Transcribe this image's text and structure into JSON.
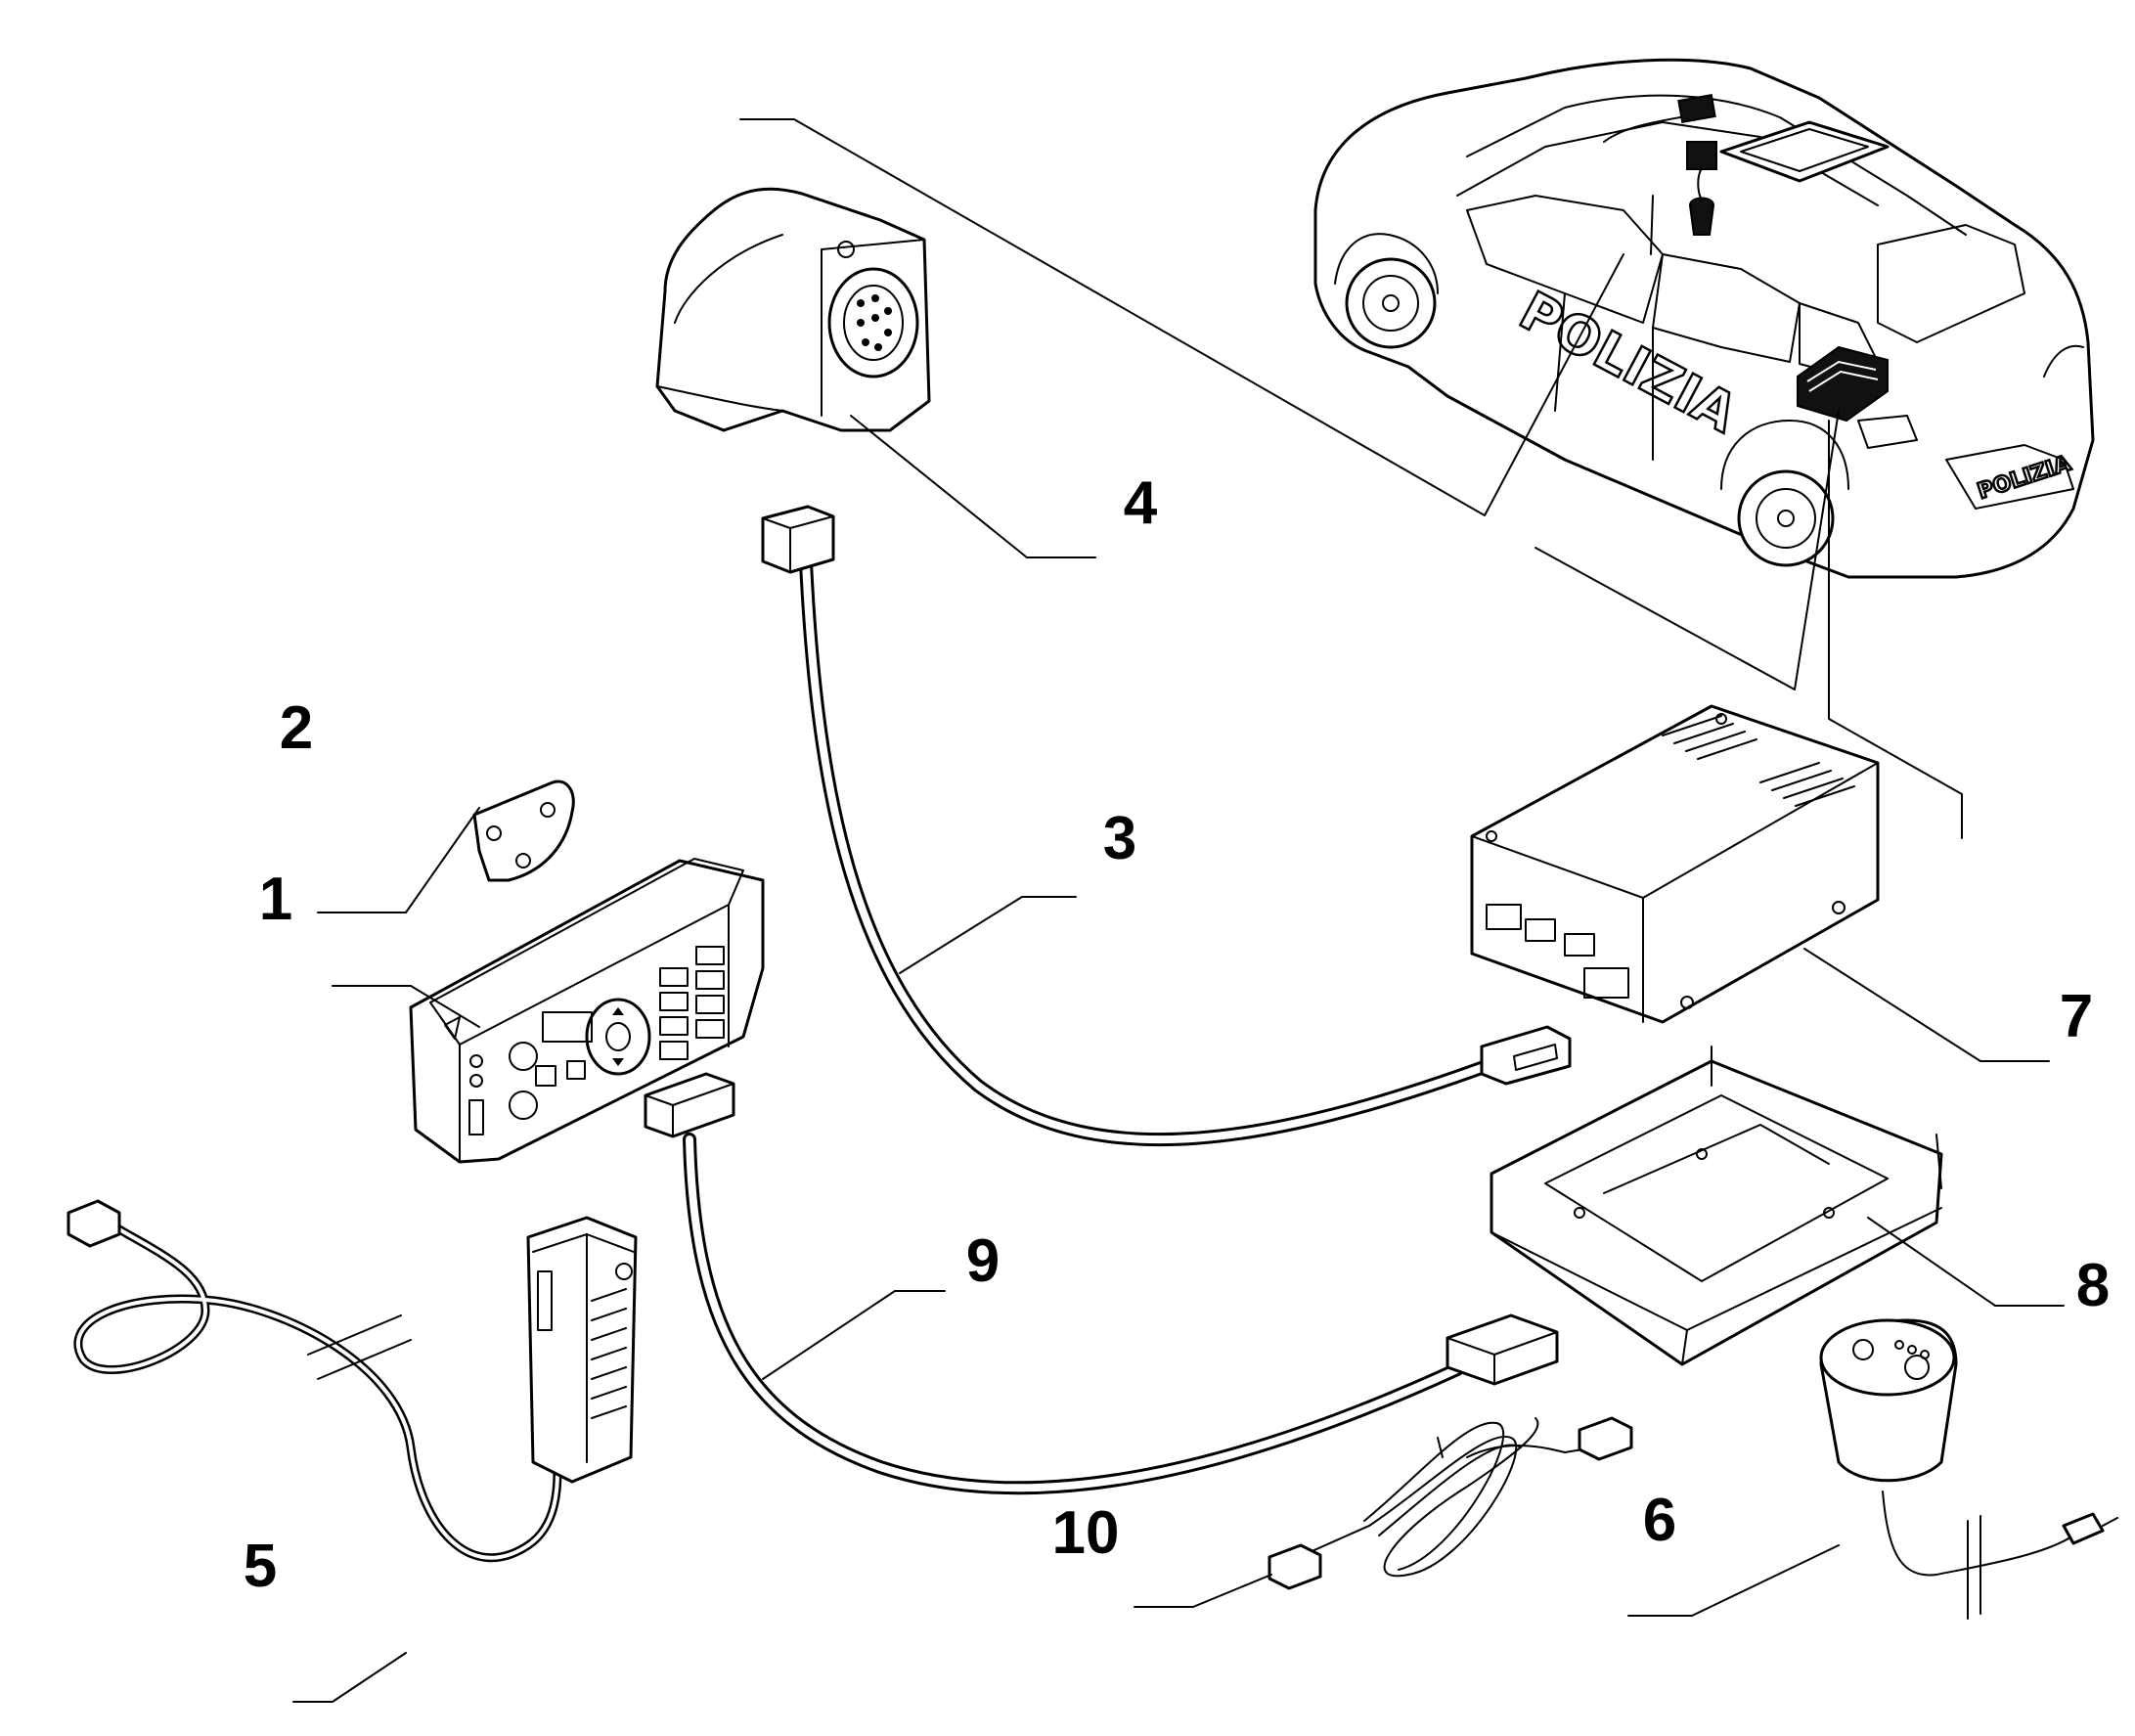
{
  "diagram": {
    "callouts": [
      {
        "id": "control-panel",
        "label": "1"
      },
      {
        "id": "bracket",
        "label": "2"
      },
      {
        "id": "cable-3",
        "label": "3"
      },
      {
        "id": "connector-housing",
        "label": "4"
      },
      {
        "id": "handset",
        "label": "5"
      },
      {
        "id": "knob",
        "label": "6"
      },
      {
        "id": "ecu-box",
        "label": "7"
      },
      {
        "id": "tray",
        "label": "8"
      },
      {
        "id": "cable-9",
        "label": "9"
      },
      {
        "id": "wire-10",
        "label": "10"
      }
    ],
    "vehicle": {
      "door_lettering": "POLIZIA",
      "bumper_lettering": "POLIZIA"
    }
  }
}
